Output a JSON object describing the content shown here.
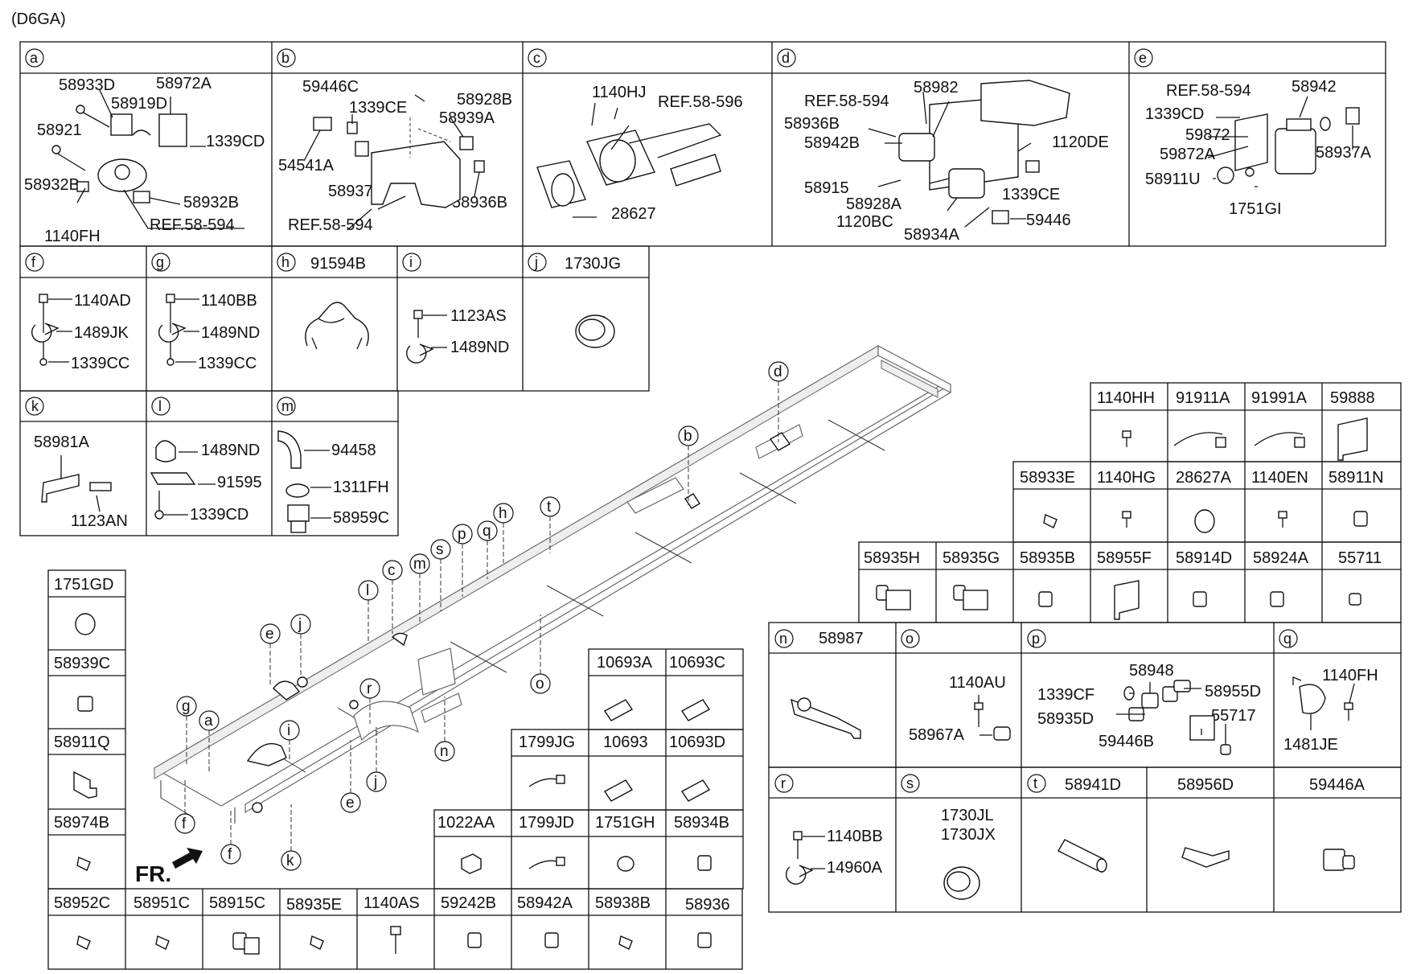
{
  "header": {
    "engine_code": "(D6GA)"
  },
  "sections": {
    "a": {
      "letter": "a",
      "parts": [
        "58933D",
        "58972A",
        "58919D",
        "58921",
        "1339CD",
        "58932B",
        "58932B",
        "1140FH"
      ],
      "ref": "REF.58-594"
    },
    "b": {
      "letter": "b",
      "parts": [
        "59446C",
        "1339CE",
        "58928B",
        "58939A",
        "54541A",
        "58937",
        "58936B"
      ],
      "ref": "REF.58-594"
    },
    "c": {
      "letter": "c",
      "parts": [
        "1140HJ",
        "28627"
      ],
      "ref": "REF.58-596"
    },
    "d": {
      "letter": "d",
      "parts": [
        "58982",
        "58936B",
        "58942B",
        "1120DE",
        "58915",
        "1339CE",
        "58928A",
        "1120BC",
        "59446",
        "58934A"
      ],
      "ref": "REF.58-594"
    },
    "e": {
      "letter": "e",
      "parts": [
        "58942",
        "1339CD",
        "59872",
        "59872A",
        "58937A",
        "58911U",
        "1751GI"
      ],
      "ref": "REF.58-594"
    },
    "f": {
      "letter": "f",
      "parts": [
        "1140AD",
        "1489JK",
        "1339CC"
      ]
    },
    "g": {
      "letter": "g",
      "parts": [
        "1140BB",
        "1489ND",
        "1339CC"
      ]
    },
    "h": {
      "letter": "h",
      "head": "91594B"
    },
    "i": {
      "letter": "i",
      "parts": [
        "1123AS",
        "1489ND"
      ]
    },
    "j": {
      "letter": "j",
      "head": "1730JG"
    },
    "k": {
      "letter": "k",
      "parts": [
        "58981A",
        "1123AN"
      ]
    },
    "l": {
      "letter": "l",
      "parts": [
        "1489ND",
        "91595",
        "1339CD"
      ]
    },
    "m": {
      "letter": "m",
      "parts": [
        "94458",
        "1311FH",
        "58959C"
      ]
    },
    "n": {
      "letter": "n",
      "head": "58987"
    },
    "o": {
      "letter": "o",
      "parts": [
        "1140AU",
        "58967A"
      ]
    },
    "p": {
      "letter": "p",
      "parts": [
        "58948",
        "1339CF",
        "58955D",
        "58935D",
        "55717",
        "59446B"
      ]
    },
    "q": {
      "letter": "q",
      "parts": [
        "1140FH",
        "1481JE"
      ]
    },
    "r": {
      "letter": "r",
      "parts": [
        "1140BB",
        "14960A"
      ]
    },
    "s": {
      "letter": "s",
      "parts": [
        "1730JL",
        "1730JX"
      ]
    },
    "t": {
      "letter": "t",
      "head": "58941D"
    }
  },
  "right_grid": {
    "row1": [
      "1140HH",
      "91911A",
      "91991A",
      "59888"
    ],
    "row2": [
      "58933E",
      "1140HG",
      "28627A",
      "1140EN",
      "58911N"
    ],
    "row3": [
      "58935H",
      "58935G",
      "58935B",
      "58955F",
      "58914D",
      "58924A",
      "55711"
    ]
  },
  "t_row": [
    "58956D",
    "59446A"
  ],
  "left_column": [
    "1751GD",
    "58939C",
    "58911Q",
    "58974B"
  ],
  "bottom_row": [
    "58952C",
    "58951C",
    "58915C",
    "58935E",
    "1140AS",
    "59242B",
    "58942A",
    "58938B",
    "58936"
  ],
  "mid_grid": {
    "row1": [
      "10693A",
      "10693C"
    ],
    "row2": [
      "1799JG",
      "10693",
      "10693D"
    ],
    "row3": [
      "1022AA",
      "1799JD",
      "1751GH",
      "58934B"
    ]
  },
  "frame_callouts": [
    "d",
    "b",
    "t",
    "h",
    "q",
    "p",
    "s",
    "m",
    "c",
    "l",
    "j",
    "e",
    "o",
    "r",
    "i",
    "g",
    "a",
    "e",
    "j",
    "n",
    "f",
    "f",
    "k"
  ],
  "front_label": "FR."
}
